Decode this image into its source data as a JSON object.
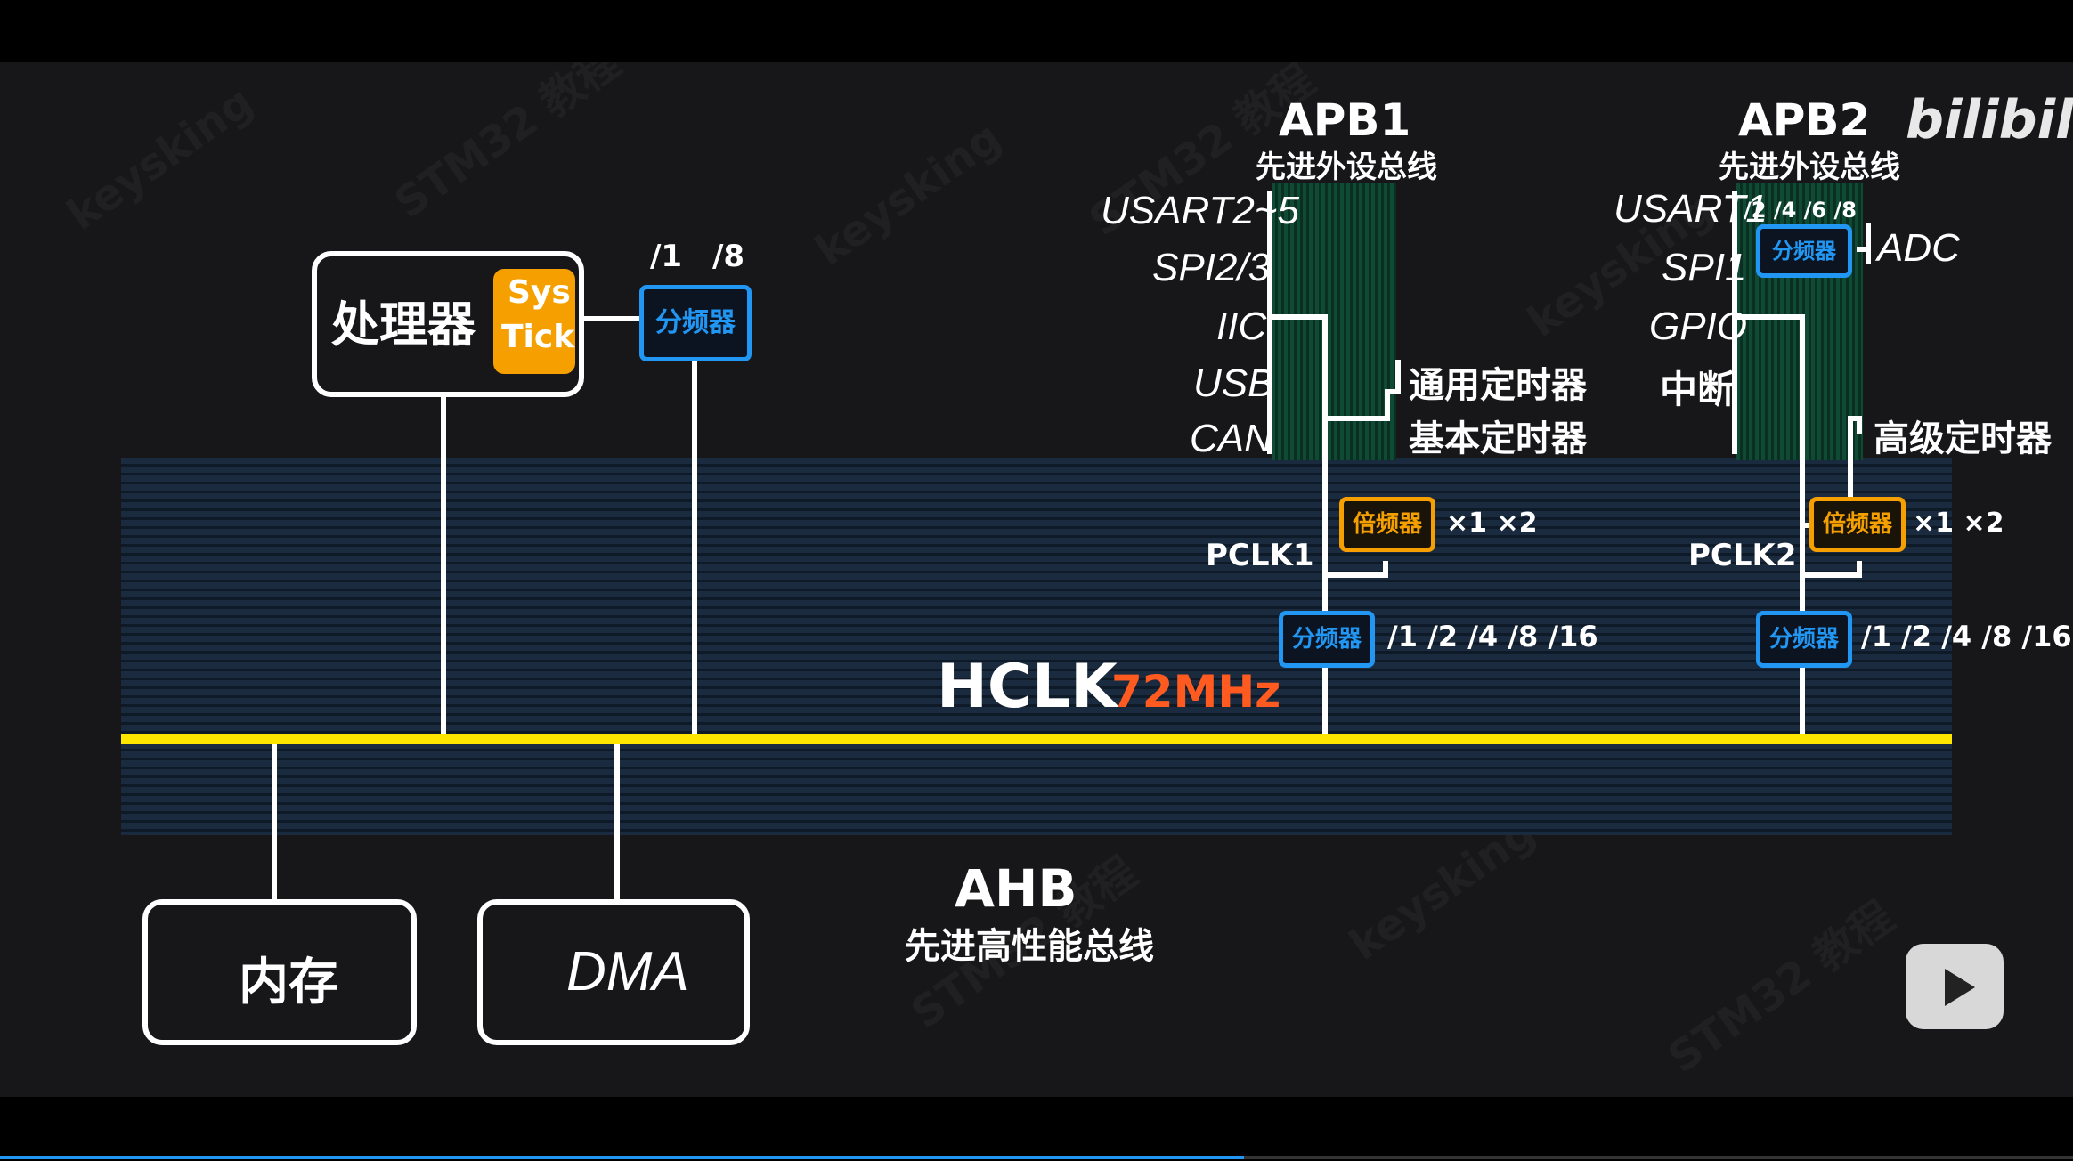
{
  "brand": {
    "logo_text": "bilibili",
    "watermark_text": "keysking",
    "watermark_text2": "STM32 教程"
  },
  "colors": {
    "bus_yellow": "#ffe600",
    "accent_orange": "#ff5a1f",
    "chip_blue": "#2196f3",
    "chip_orange": "#f5a000",
    "systick_bg": "#f5a000"
  },
  "processor": {
    "label": "处理器",
    "systick_line1": "Sys",
    "systick_line2": "Tick"
  },
  "cpu_divider": {
    "label": "分频器",
    "ratio1": "/1",
    "ratio2": "/8"
  },
  "memory": {
    "label": "内存"
  },
  "dma": {
    "label": "DMA"
  },
  "ahb": {
    "title": "AHB",
    "subtitle": "先进高性能总线",
    "clock_name": "HCLK",
    "clock_freq": "72MHz"
  },
  "apb1": {
    "title": "APB1",
    "subtitle": "先进外设总线",
    "peripherals": [
      "USART2~5",
      "SPI2/3",
      "IIC",
      "USB",
      "CAN"
    ],
    "timers": [
      "通用定时器",
      "基本定时器"
    ],
    "multiplier_label": "倍频器",
    "multiplier_ratios": "×1 ×2",
    "pclk": "PCLK1",
    "divider_label": "分频器",
    "divider_ratios": "/1 /2 /4 /8 /16"
  },
  "apb2": {
    "title": "APB2",
    "subtitle": "先进外设总线",
    "peripherals": [
      "USART1",
      "SPI1",
      "GPIO",
      "中断"
    ],
    "adc_divider_label": "分频器",
    "adc_divider_ratios": "/2 /4 /6 /8",
    "adc_label": "ADC",
    "timer": "高级定时器",
    "multiplier_label": "倍频器",
    "multiplier_ratios": "×1 ×2",
    "pclk": "PCLK2",
    "divider_label": "分频器",
    "divider_ratios": "/1 /2 /4 /8 /16"
  },
  "player": {
    "play_icon": "play-icon",
    "progress_fraction": 0.6
  }
}
